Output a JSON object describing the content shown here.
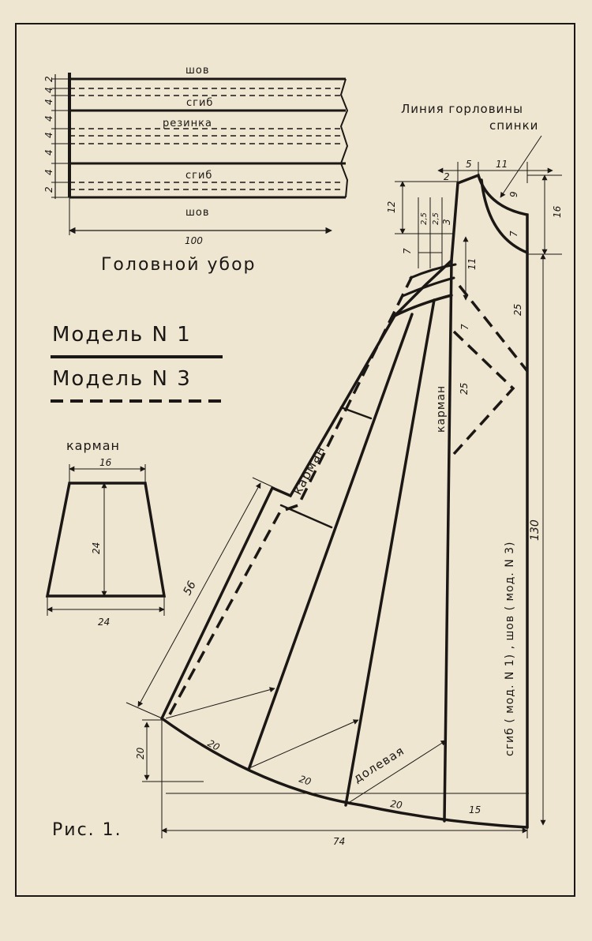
{
  "headpiece": {
    "seam_top": "шов",
    "fold_top": "сгиб",
    "elastic": "резинка",
    "fold_bottom": "сгиб",
    "seam_bottom": "шов",
    "width": "100",
    "title": "Головной убор",
    "strip_heights": [
      "2",
      "4",
      "4",
      "4",
      "4",
      "4",
      "4",
      "2"
    ]
  },
  "legend": {
    "model1": "Модель N 1",
    "model3": "Модель N 3"
  },
  "pocket": {
    "title": "карман",
    "top_width": "16",
    "height": "24",
    "bottom_width": "24"
  },
  "pattern": {
    "neckline_label_1": "Линия горловины",
    "neckline_label_2": "спинки",
    "dim_2": "2",
    "dim_5": "5",
    "dim_11_top": "11",
    "dim_9": "9",
    "dim_7_neck": "7",
    "dim_16": "16",
    "dim_12": "12",
    "dim_2_5_a": "2,5",
    "dim_2_5_b": "2,5",
    "dim_3": "3",
    "dim_7_left": "7",
    "dim_11_mid": "11",
    "dim_25_right": "25",
    "dim_7_pocket": "7",
    "dim_25_pocket": "25",
    "pocket_label_1": "карман",
    "pocket_label_2": "карман",
    "dim_56": "56",
    "dim_130": "130",
    "fold_seam_text": "сгиб ( мод. N 1) , шов ( мод. N 3)",
    "grain_text": "долевая",
    "dim_20_a": "20",
    "dim_20_b": "20",
    "dim_20_c": "20",
    "dim_15": "15",
    "dim_20_side": "20",
    "dim_74": "74",
    "figure_label": "Рис. 1."
  },
  "colors": {
    "paper": "#efe6d2",
    "ink": "#1a1714"
  }
}
